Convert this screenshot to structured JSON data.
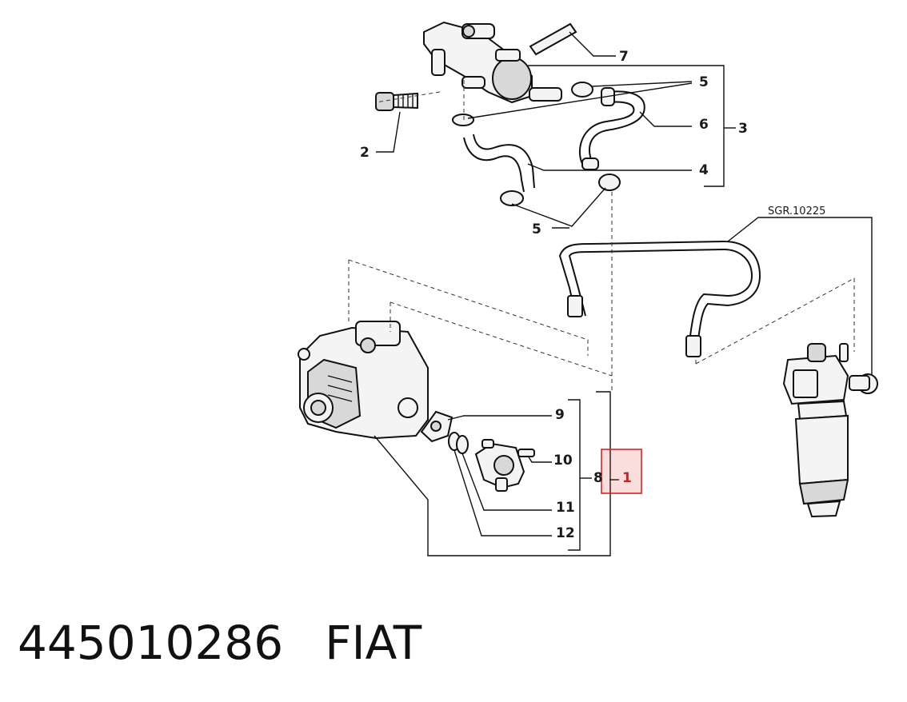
{
  "diagram": {
    "callouts": {
      "c1": "1",
      "c2": "2",
      "c3": "3",
      "c4": "4",
      "c5a": "5",
      "c5b": "5",
      "c6": "6",
      "c7": "7",
      "c8": "8",
      "c9": "9",
      "c10": "10",
      "c11": "11",
      "c12": "12"
    },
    "reference_label": "SGR.10225",
    "highlight_color": "#dd2222"
  },
  "footer": {
    "part_number": "445010286",
    "brand": "FIAT"
  }
}
